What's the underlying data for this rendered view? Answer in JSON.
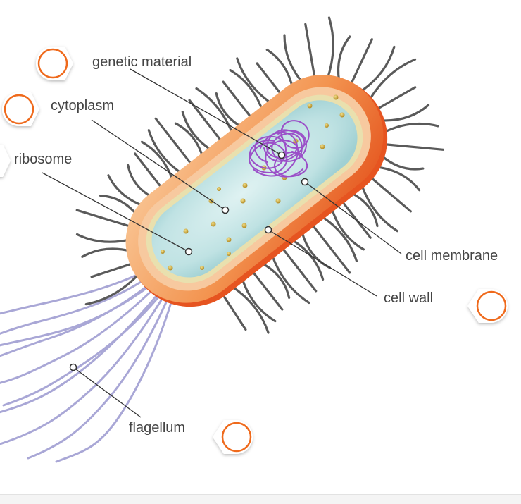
{
  "labels": {
    "genetic_material": "genetic material",
    "cytoplasm": "cytoplasm",
    "ribosome": "ribosome",
    "cell_membrane": "cell membrane",
    "cell_wall": "cell wall",
    "flagellum": "flagellum"
  },
  "colors": {
    "cell_wall_outer": "#f06a2a",
    "cell_wall_inner": "#f4b27c",
    "membrane": "#ece3b0",
    "cytoplasm": "#bfe2e3",
    "dna": "#9b4fc8",
    "pili": "#555555",
    "flagella": "#a9a7d6",
    "marker_ring": "#ef6a1e",
    "leader_line": "#333333"
  },
  "icons": {
    "answer_marker": "circle-target"
  }
}
